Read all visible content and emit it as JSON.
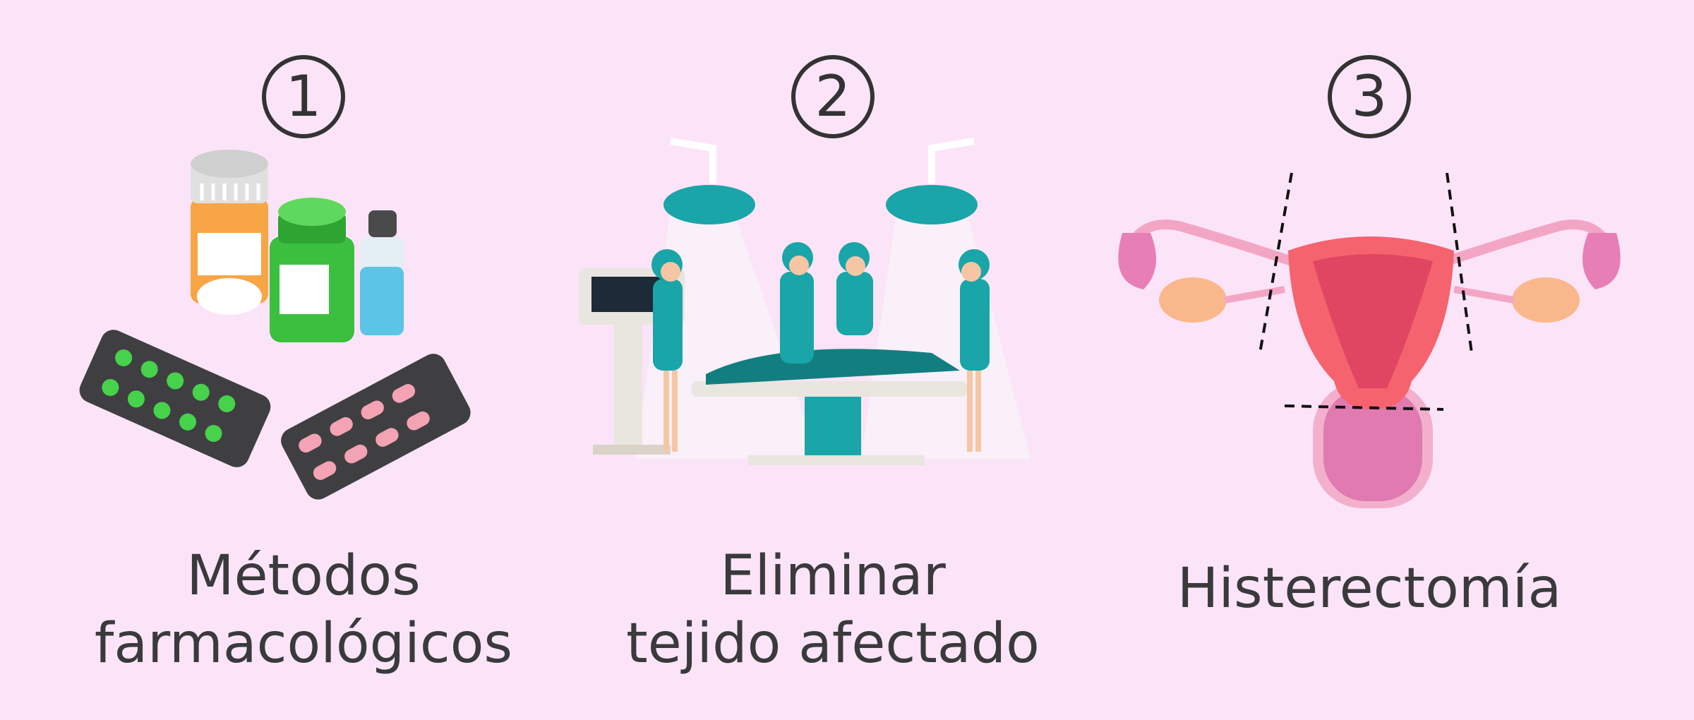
{
  "steps": [
    {
      "number": "①",
      "caption_lines": [
        "Métodos",
        "farmacológicos"
      ],
      "illustration": "medication-pills-icon"
    },
    {
      "number": "②",
      "caption_lines": [
        "Eliminar",
        "tejido afectado"
      ],
      "illustration": "surgery-team-icon"
    },
    {
      "number": "③",
      "caption_lines": [
        "Histerectomía"
      ],
      "illustration": "uterus-cut-lines-icon"
    }
  ],
  "colors": {
    "background": "#fce4f8",
    "text": "#3a3a3c",
    "teal": "#1aa5a8",
    "uterus": "#f5636e",
    "pill_green": "#46d24a",
    "bottle_orange": "#f7a545"
  }
}
